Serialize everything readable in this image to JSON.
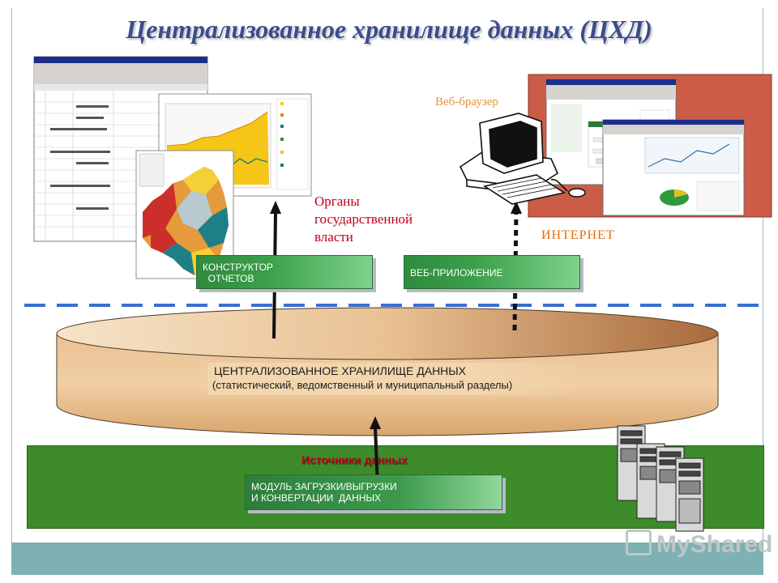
{
  "title": "Централизованное хранилище данных (ЦХД)",
  "labels": {
    "web_browser": "Веб-браузер",
    "government_line1": "Органы",
    "government_line2": "государственной",
    "government_line3": "власти",
    "internet": "ИНТЕРНЕТ",
    "data_sources": "Источники данных"
  },
  "boxes": {
    "report_builder": "КОНСТРУКТОР\n  ОТЧЕТОВ",
    "web_app": "ВЕБ-ПРИЛОЖЕНИЕ",
    "loader_module": "МОДУЛЬ ЗАГРУЗКИ/ВЫГРУЗКИ\nИ КОНВЕРТАЦИИ  ДАННЫХ"
  },
  "warehouse": {
    "line1": "ЦЕНТРАЛИЗОВАННОЕ ХРАНИЛИЩЕ ДАННЫХ",
    "line2": "(статистический, ведомственный и муниципальный разделы)"
  },
  "watermark": "MyShared",
  "colors": {
    "title": "#3a4c8c",
    "sources_band": "#3d8b2a",
    "cylinder": "#e3b887",
    "dashed_line": "#3a6fd0",
    "accent_red": "#c0001a",
    "internet_bg": "#cc5c47"
  }
}
